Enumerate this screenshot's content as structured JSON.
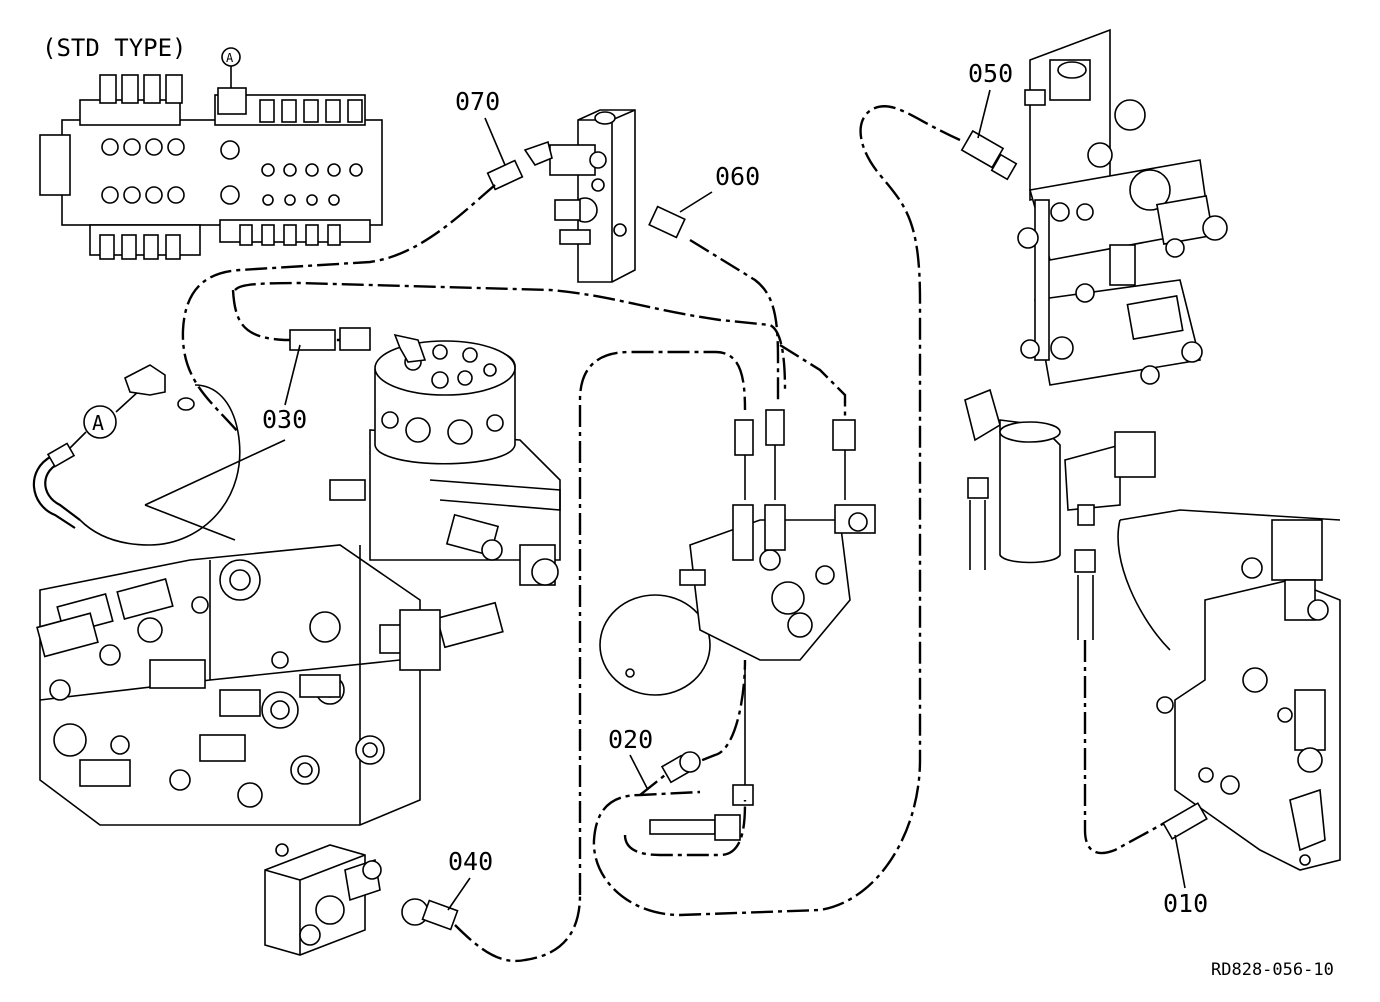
{
  "diagram": {
    "variant_label": "(STD TYPE)",
    "detail_callout": "A",
    "drawing_ref": "RD828-056-10",
    "part_labels": [
      {
        "id": "p070",
        "text": "070"
      },
      {
        "id": "p060",
        "text": "060"
      },
      {
        "id": "p050",
        "text": "050"
      },
      {
        "id": "p030",
        "text": "030"
      },
      {
        "id": "p020",
        "text": "020"
      },
      {
        "id": "p040",
        "text": "040"
      },
      {
        "id": "p010",
        "text": "010"
      }
    ]
  }
}
